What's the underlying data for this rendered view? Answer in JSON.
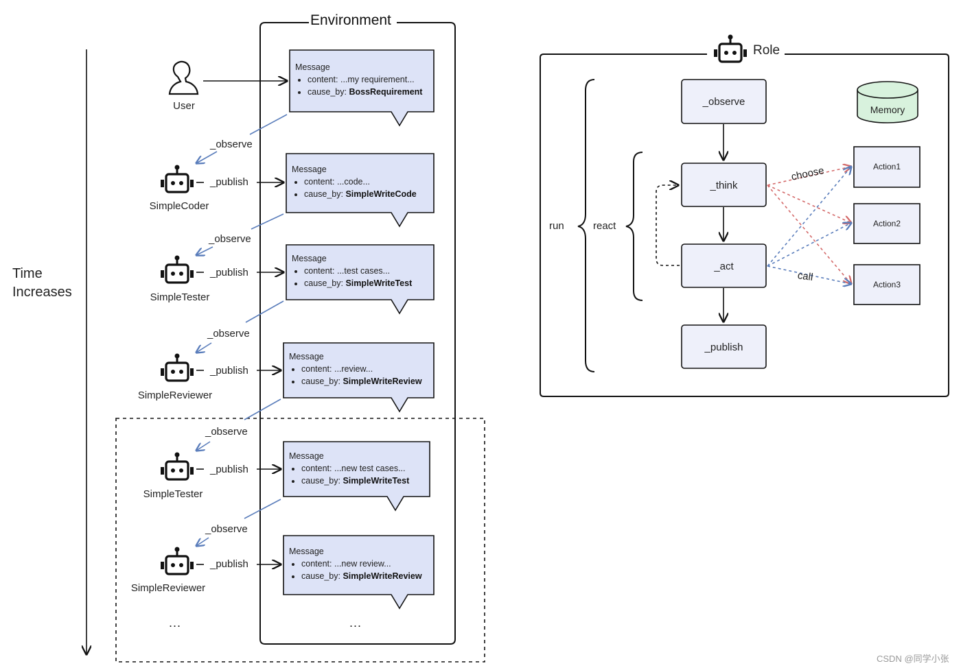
{
  "time_axis": {
    "label": "Time\nIncreases"
  },
  "environment": {
    "title": "Environment"
  },
  "actors": [
    {
      "name": "User",
      "icon": "user-icon"
    },
    {
      "name": "SimpleCoder",
      "icon": "robot-icon"
    },
    {
      "name": "SimpleTester",
      "icon": "robot-icon"
    },
    {
      "name": "SimpleReviewer",
      "icon": "robot-icon"
    },
    {
      "name": "SimpleTester",
      "icon": "robot-icon"
    },
    {
      "name": "SimpleReviewer",
      "icon": "robot-icon"
    }
  ],
  "flow_labels": {
    "observe": "_observe",
    "publish": "_publish"
  },
  "messages": [
    {
      "title": "Message",
      "content_key": "content:",
      "content_val": "...my requirement...",
      "cause_key": "cause_by:",
      "cause_val": "BossRequirement"
    },
    {
      "title": "Message",
      "content_key": "content:",
      "content_val": "...code...",
      "cause_key": "cause_by:",
      "cause_val": "SimpleWriteCode"
    },
    {
      "title": "Message",
      "content_key": "content:",
      "content_val": "...test cases...",
      "cause_key": "cause_by:",
      "cause_val": "SimpleWriteTest"
    },
    {
      "title": "Message",
      "content_key": "content:",
      "content_val": "...review...",
      "cause_key": "cause_by:",
      "cause_val": "SimpleWriteReview"
    },
    {
      "title": "Message",
      "content_key": "content:",
      "content_val": "...new test cases...",
      "cause_key": "cause_by:",
      "cause_val": "SimpleWriteTest"
    },
    {
      "title": "Message",
      "content_key": "content:",
      "content_val": "...new review...",
      "cause_key": "cause_by:",
      "cause_val": "SimpleWriteReview"
    }
  ],
  "ellipsis": "...",
  "role": {
    "title": "Role",
    "run_label": "run",
    "react_label": "react",
    "memory_label": "Memory",
    "nodes": {
      "observe": "_observe",
      "think": "_think",
      "act": "_act",
      "publish": "_publish"
    },
    "actions": [
      "Action1",
      "Action2",
      "Action3"
    ],
    "choose_label": "choose",
    "call_label": "call"
  },
  "colors": {
    "message_fill": "#dde3f7",
    "memory_fill": "#d8f2dd",
    "action_fill": "#eef0fa",
    "node_fill": "#eef0fa",
    "observe_arrow": "#5a7dbb",
    "choose_arrow": "#d46a6a",
    "call_arrow": "#5a7dbb"
  },
  "watermark": "CSDN @同学小张"
}
